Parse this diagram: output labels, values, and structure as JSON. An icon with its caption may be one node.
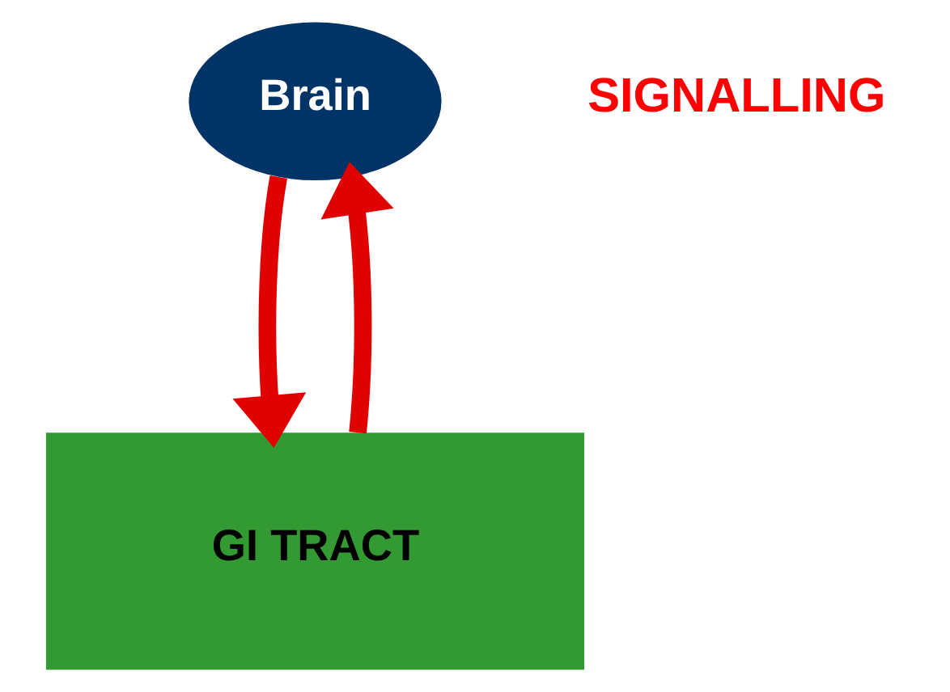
{
  "diagram": {
    "nodes": [
      {
        "text": [
          "Brain"
        ]
      },
      {
        "text": [
          "GI TRACT"
        ]
      }
    ],
    "edges": [
      {
        "from": 0,
        "to": 1,
        "arrow": "to"
      },
      {
        "from": 1,
        "to": 0,
        "arrow": "to"
      }
    ],
    "labels": [
      "SIGNALLING"
    ]
  }
}
